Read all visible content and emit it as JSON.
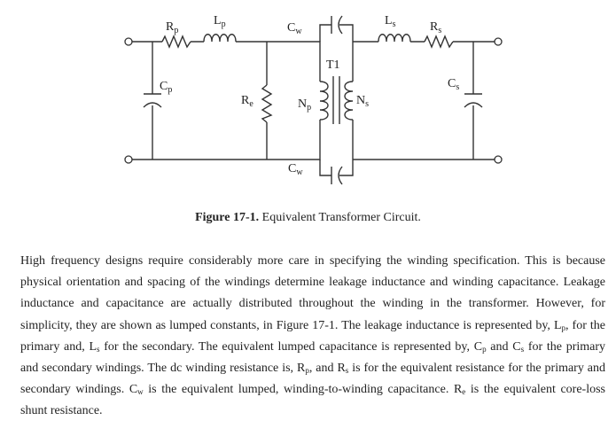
{
  "diagram": {
    "labels": {
      "rp": {
        "main": "R",
        "sub": "p"
      },
      "lp": {
        "main": "L",
        "sub": "p"
      },
      "cw_top": {
        "main": "C",
        "sub": "w"
      },
      "ls": {
        "main": "L",
        "sub": "s"
      },
      "rs": {
        "main": "R",
        "sub": "s"
      },
      "t1": "T1",
      "cp": {
        "main": "C",
        "sub": "p"
      },
      "re": {
        "main": "R",
        "sub": "e"
      },
      "np": {
        "main": "N",
        "sub": "p"
      },
      "ns": {
        "main": "N",
        "sub": "s"
      },
      "cs": {
        "main": "C",
        "sub": "s"
      },
      "cw_bottom": {
        "main": "C",
        "sub": "w"
      }
    }
  },
  "caption": {
    "number": "Figure 17-1.",
    "title": " Equivalent Transformer Circuit."
  },
  "paragraph": {
    "p1": "High frequency designs require considerably more care in specifying the winding specification.  This is because physical orientation and spacing of the windings determine leakage inductance and winding capacitance.  Leakage inductance and capacitance are actually distributed throughout the winding in the transformer.  However, for simplicity, they are shown as lumped constants, in Figure 17-1.  The leakage inductance is represented by, ",
    "lp_main": "L",
    "lp_sub": "p",
    "p2": ", for the primary and, ",
    "ls_main": "L",
    "ls_sub": "s",
    "p3": " for the secondary.   The equivalent lumped capacitance is represented by, ",
    "cp_main": "C",
    "cp_sub": "p",
    "p4": " and ",
    "cs_main": "C",
    "cs_sub": "s",
    "p5": " for the primary and secondary windings.  The dc winding resistance is, ",
    "rp_main": "R",
    "rp_sub": "p",
    "p6": ", and ",
    "rs_main": "R",
    "rs_sub": "s",
    "p7": " is for the equivalent resistance for the primary and secondary windings.  ",
    "cw_main": "C",
    "cw_sub": "w",
    "p8": " is the equivalent lumped, winding-to-winding capacitance.  ",
    "re_main": "R",
    "re_sub": "e",
    "p9": " is the equivalent core-loss shunt resistance."
  }
}
